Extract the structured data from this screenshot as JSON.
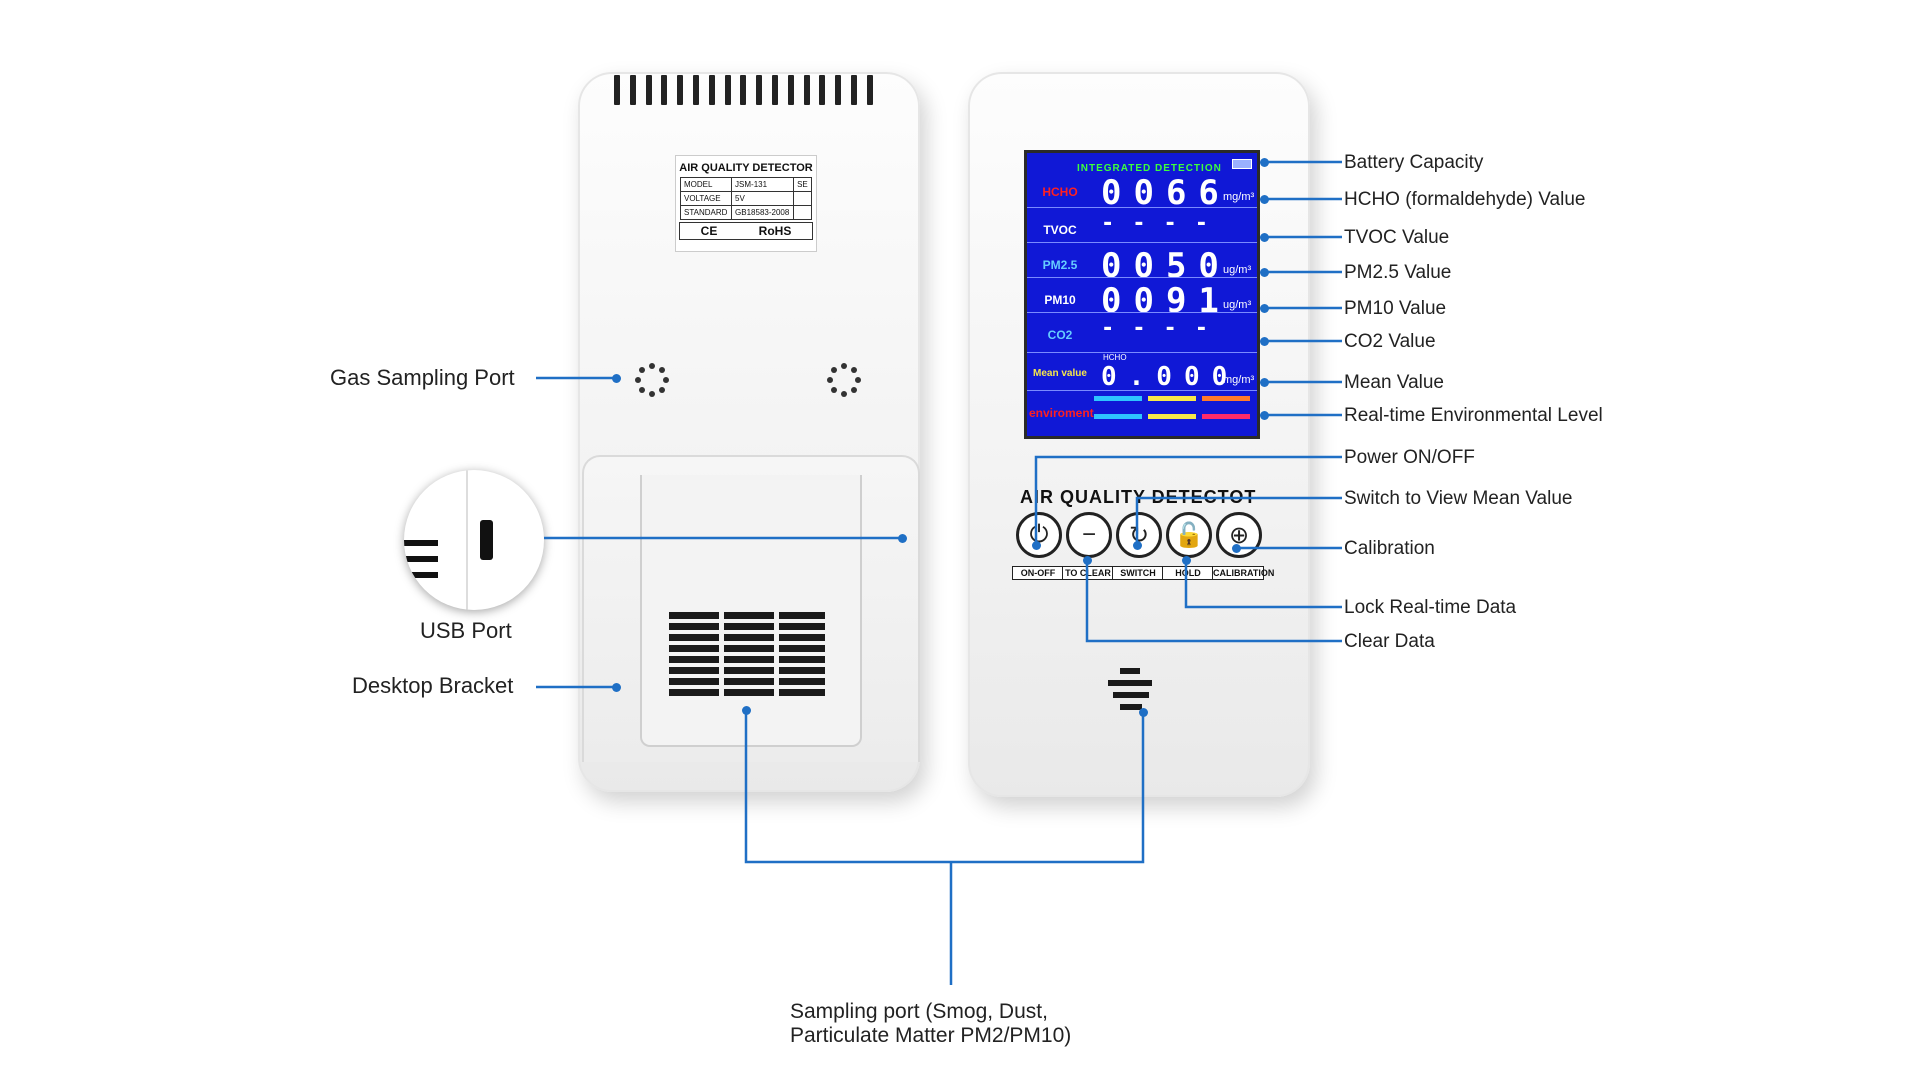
{
  "colors": {
    "line": "#1f6fc5",
    "screen": "#1018d6",
    "screen_red": "#ff2020",
    "screen_yellow": "#f6e84a"
  },
  "back": {
    "nameplate": {
      "title": "AIR QUALITY DETECTOR",
      "rows": [
        {
          "k": "MODEL",
          "v": "JSM-131",
          "x": "SE"
        },
        {
          "k": "VOLTAGE",
          "v": "5V",
          "x": ""
        },
        {
          "k": "STANDARD",
          "v": "GB18583-2008",
          "x": ""
        }
      ],
      "ce": "CE",
      "rohs": "RoHS"
    }
  },
  "screen": {
    "header": "INTEGRATED DETECTION",
    "rows": [
      {
        "label": "HCHO",
        "value": "0066",
        "unit": "mg/m³"
      },
      {
        "label": "TVOC",
        "value": "----",
        "unit": ""
      },
      {
        "label": "PM2.5",
        "value": "0050",
        "unit": "ug/m³"
      },
      {
        "label": "PM10",
        "value": "0091",
        "unit": "ug/m³"
      },
      {
        "label": "CO2",
        "value": "----",
        "unit": ""
      },
      {
        "label": "Mean value",
        "value": "0.000",
        "unit": "mg/m³",
        "sub": "HCHO"
      },
      {
        "label": "enviroment",
        "value": "",
        "unit": ""
      }
    ]
  },
  "front": {
    "title": "AIR QUALITY DETECTOT",
    "buttons": [
      {
        "icon": "power-icon",
        "glyph": "⏻",
        "label": "ON-OFF"
      },
      {
        "icon": "minus-icon",
        "glyph": "−",
        "label": "TO CLEAR"
      },
      {
        "icon": "refresh-icon",
        "glyph": "↻",
        "label": "SWITCH"
      },
      {
        "icon": "lock-icon",
        "glyph": "🔓",
        "label": "HOLD"
      },
      {
        "icon": "target-icon",
        "glyph": "⊕",
        "label": "CALIBRATION"
      }
    ]
  },
  "callouts": {
    "battery": "Battery Capacity",
    "hcho": "HCHO (formaldehyde) Value",
    "tvoc": "TVOC Value",
    "pm25": "PM2.5 Value",
    "pm10": "PM10 Value",
    "co2": "CO2 Value",
    "mean": "Mean Value",
    "env": "Real-time Environmental Level",
    "power": "Power ON/OFF",
    "switch": "Switch to View Mean Value",
    "calibration": "Calibration",
    "lock": "Lock Real-time Data",
    "clear": "Clear Data",
    "gas": "Gas Sampling Port",
    "usb": "USB Port",
    "bracket": "Desktop Bracket",
    "sampling_line1": "Sampling port (Smog, Dust,",
    "sampling_line2": "Particulate Matter PM2/PM10)"
  }
}
